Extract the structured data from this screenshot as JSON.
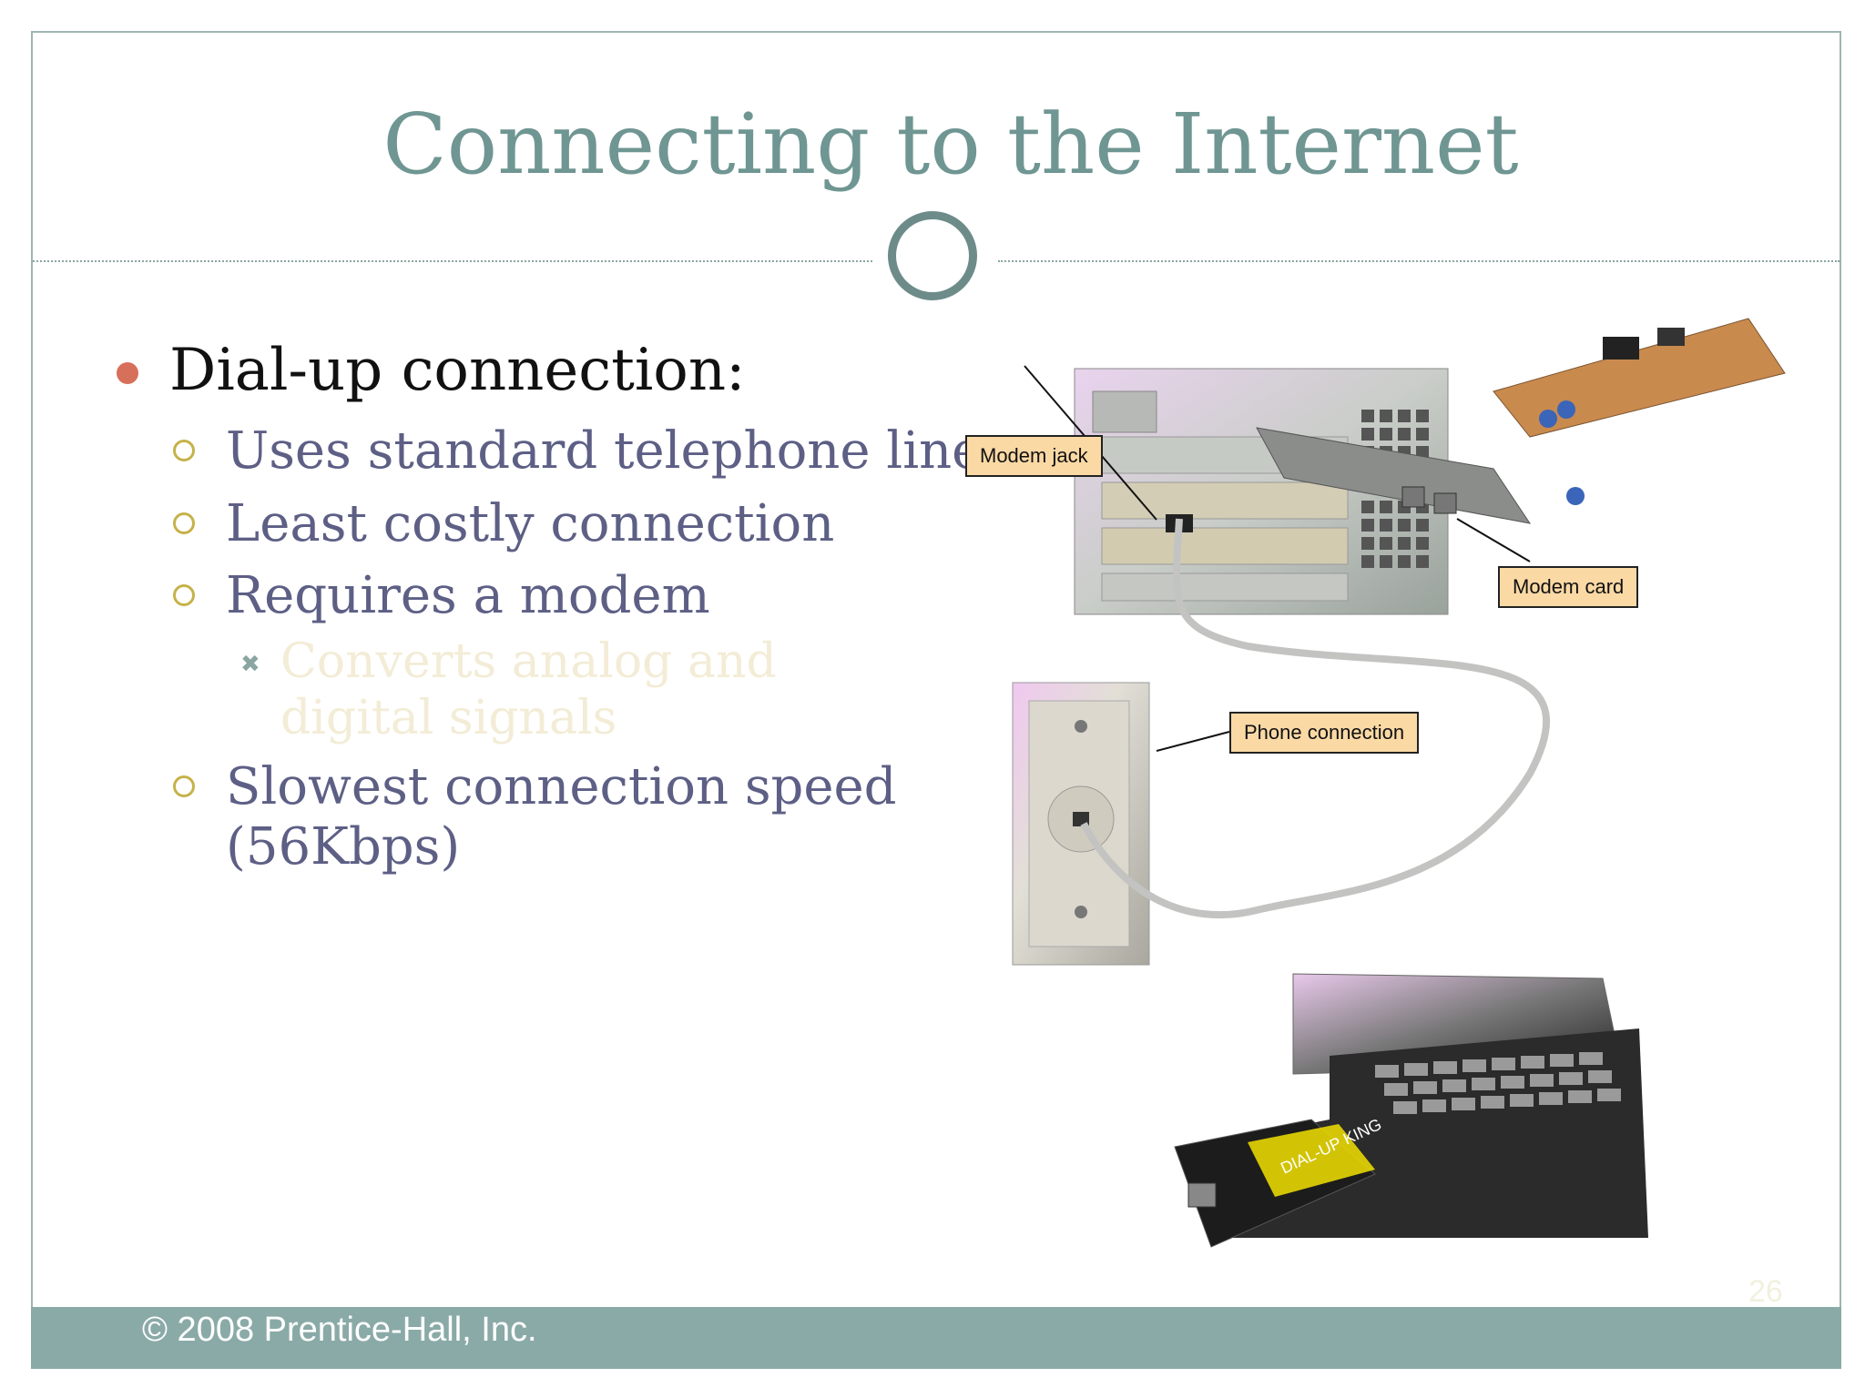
{
  "slide": {
    "title": "Connecting to the Internet",
    "bullets": {
      "main": "Dial-up connection:",
      "subs": [
        "Uses standard telephone line",
        "Least costly connection",
        "Requires a modem"
      ],
      "subsub": "Converts analog and digital signals",
      "last": [
        "Slowest connection speed",
        "(56Kbps)"
      ]
    },
    "figure": {
      "callouts": {
        "modem_jack": "Modem jack",
        "modem_card": "Modem card",
        "phone_connection": "Phone connection"
      },
      "card_text": "DIAL-UP KING"
    },
    "footer": "© 2008 Prentice-Hall, Inc.",
    "page_number": "26"
  },
  "colors": {
    "title": "#6f9692",
    "footer_bar": "#8aaaa7",
    "bullet_dot": "#d7705a",
    "callout": "#fbd9a5"
  }
}
